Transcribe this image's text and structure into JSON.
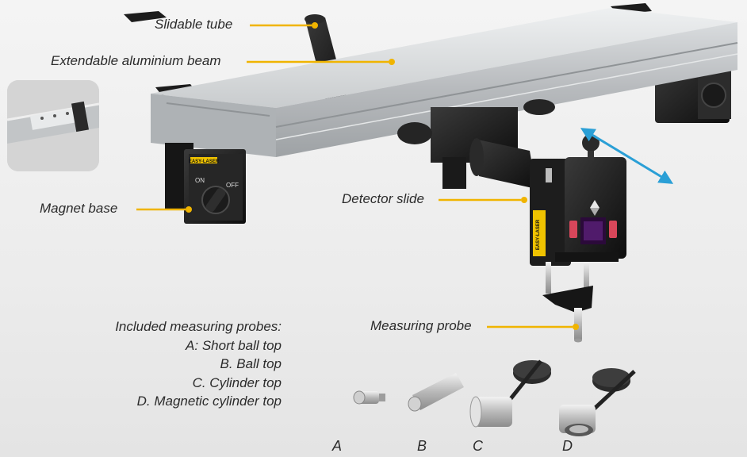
{
  "labels": {
    "slidable_tube": "Slidable tube",
    "beam": "Extendable aluminium beam",
    "magnet_base": "Magnet base",
    "detector_slide": "Detector slide",
    "measuring_probe": "Measuring probe"
  },
  "probes": {
    "heading": "Included measuring probes:",
    "items": [
      "A: Short ball top",
      "B. Ball top",
      "C. Cylinder top",
      "D. Magnetic cylinder top"
    ],
    "letters": [
      "A",
      "B",
      "C",
      "D"
    ]
  },
  "brand_text": "EASY-LASER",
  "switch": {
    "on": "ON",
    "off": "OFF"
  },
  "colors": {
    "leader": "#f0b400",
    "arrow": "#2a9fd6",
    "beam": "#cfd2d4",
    "dark": "#1e1e1e"
  }
}
